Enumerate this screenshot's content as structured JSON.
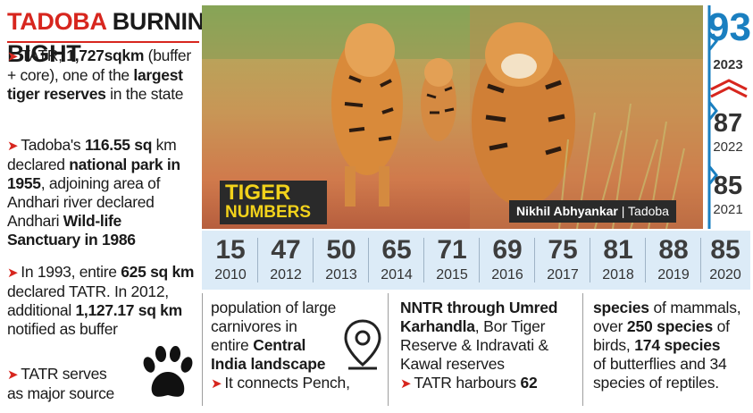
{
  "title": {
    "red": "TADOBA",
    "rest": "BURNING BIGHT"
  },
  "left": {
    "b1": {
      "pre": "TATR, ",
      "bold1": "1,727sqkm",
      "mid1": " (buffer + core), one of the ",
      "bold2": "largest tiger reserves",
      "post": " in the state"
    },
    "b2": {
      "pre": "Tadoba's ",
      "bold1": "116.55 sq",
      "mid1": " km declared ",
      "bold2": "national park in 1955",
      "mid2": ", adjoining area of Andhari river declared Andhari ",
      "bold3": "Wild-life Sanctuary in 1986"
    },
    "b3": {
      "pre": "In 1993, entire ",
      "bold1": "625 sq km",
      "mid1": " declared TATR. In 2012, additional ",
      "bold2": "1,127.17 sq km",
      "post": " notified as buffer"
    },
    "b4": {
      "line1": "TATR serves",
      "line2": "as major source"
    }
  },
  "photo": {
    "label_line1": "TIGER",
    "label_line2": "NUMBERS",
    "credit_name": "Nikhil Abhyankar",
    "credit_sep": " | ",
    "credit_place": "Tadoba"
  },
  "latest": {
    "number": "93",
    "year": "2023"
  },
  "right_stack": [
    {
      "number": "87",
      "year": "2022"
    },
    {
      "number": "85",
      "year": "2021"
    }
  ],
  "timeline": [
    {
      "number": "15",
      "year": "2010"
    },
    {
      "number": "47",
      "year": "2012"
    },
    {
      "number": "50",
      "year": "2013"
    },
    {
      "number": "65",
      "year": "2014"
    },
    {
      "number": "71",
      "year": "2015"
    },
    {
      "number": "69",
      "year": "2016"
    },
    {
      "number": "75",
      "year": "2017"
    },
    {
      "number": "81",
      "year": "2018"
    },
    {
      "number": "88",
      "year": "2019"
    },
    {
      "number": "85",
      "year": "2020"
    }
  ],
  "col2": {
    "line1": "population of large",
    "line2": "carnivores in",
    "line3": "entire ",
    "bold1": "Central",
    "bold2": "India landscape",
    "line5": "It connects Pench,"
  },
  "col3": {
    "bold1": "NNTR through Umred",
    "bold2": "Karhandla",
    "line2": ", Bor Tiger",
    "line3": "Reserve & Indravati &",
    "line4": "Kawal reserves",
    "line5": "TATR harbours ",
    "bold3": "62"
  },
  "col4": {
    "bold1": "species",
    "line1": " of mammals,",
    "line2a": "over ",
    "bold2": "250 species",
    "line2b": " of",
    "line3a": "birds, ",
    "bold3": "174 species",
    "line4": "of butterflies and 34",
    "line5": "species of reptiles."
  },
  "colors": {
    "accent_red": "#d7261e",
    "blue": "#1a7fc0",
    "strip_bg": "#dcebf7",
    "label_yellow": "#f2d21b"
  }
}
